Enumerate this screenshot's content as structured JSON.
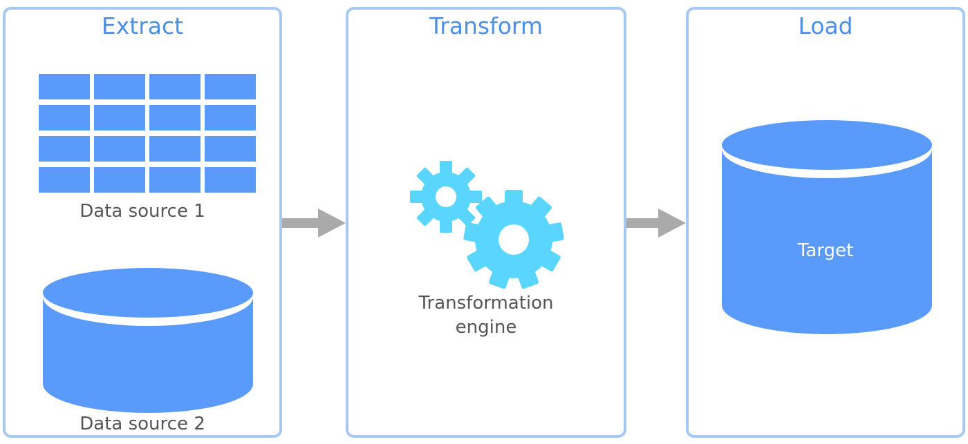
{
  "stages": {
    "extract": {
      "title": "Extract",
      "source1_label": "Data source 1",
      "source2_label": "Data source 2"
    },
    "transform": {
      "title": "Transform",
      "engine_label_line1": "Transformation",
      "engine_label_line2": "engine"
    },
    "load": {
      "title": "Load",
      "target_label": "Target"
    }
  },
  "icons": {
    "table": "table-icon",
    "database": "database-icon",
    "gears": "gears-icon",
    "arrow": "arrow-right-icon"
  },
  "colors": {
    "panel_border": "#a6c8f5",
    "title": "#4b8fe8",
    "shape_fill": "#5a9bfa",
    "gear_fill": "#5ad5fb",
    "arrow": "#aaaaaa",
    "label_text": "#555555"
  }
}
